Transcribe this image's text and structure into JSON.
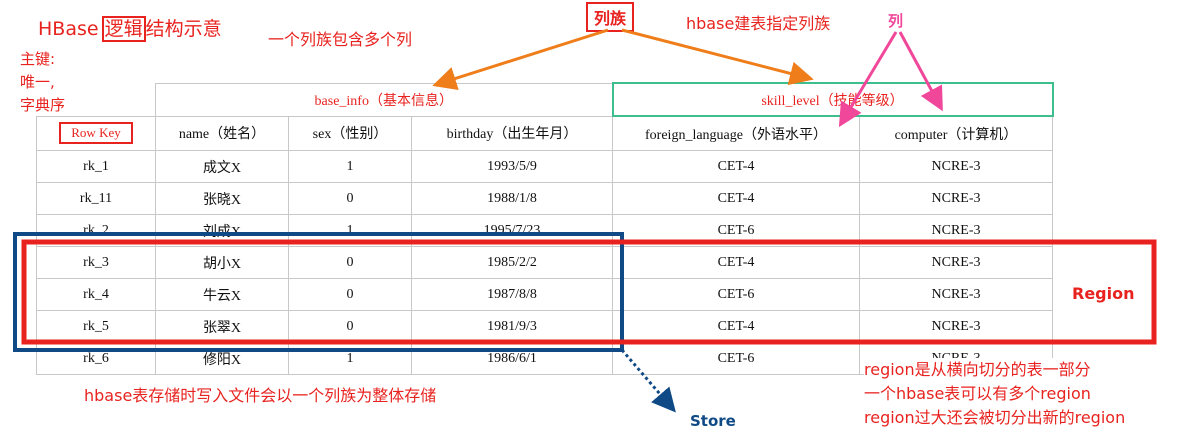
{
  "labels": {
    "hbase": "HBase",
    "title_boxed": "逻辑",
    "title_rest": "结构示意",
    "rowkey_note": [
      "主键:",
      "唯一,",
      "字典序"
    ],
    "column_family_tag": "列族",
    "family_contains": "一个列族包含多个列",
    "create_table": "hbase建表指定列族",
    "column_tag": "列",
    "store_desc": "hbase表存储时写入文件会以一个列族为整体存储",
    "store": "Store",
    "region": "Region",
    "region_notes": [
      "region是从横向切分的表一部分",
      "一个hbase表可以有多个region",
      "region过大还会被切分出新的region"
    ]
  },
  "table": {
    "groups": [
      "base_info（基本信息）",
      "skill_level（技能等级）"
    ],
    "rowkey_header": "Row Key",
    "columns": [
      "name（姓名）",
      "sex（性别）",
      "birthday（出生年月）",
      "foreign_language（外语水平）",
      "computer（计算机）"
    ],
    "rows": [
      [
        "rk_1",
        "成文X",
        "1",
        "1993/5/9",
        "CET-4",
        "NCRE-3"
      ],
      [
        "rk_11",
        "张晓X",
        "0",
        "1988/1/8",
        "CET-4",
        "NCRE-3"
      ],
      [
        "rk_2",
        "刘成X",
        "1",
        "1995/7/23",
        "CET-6",
        "NCRE-3"
      ],
      [
        "rk_3",
        "胡小X",
        "0",
        "1985/2/2",
        "CET-4",
        "NCRE-3"
      ],
      [
        "rk_4",
        "牛云X",
        "0",
        "1987/8/8",
        "CET-6",
        "NCRE-3"
      ],
      [
        "rk_5",
        "张翠X",
        "0",
        "1981/9/3",
        "CET-4",
        "NCRE-3"
      ],
      [
        "rk_6",
        "修阳X",
        "1",
        "1986/6/1",
        "CET-6",
        "NCRE-3"
      ]
    ]
  },
  "colors": {
    "annotation_red": "#e8231f",
    "arrow_orange": "#ef7d1a",
    "arrow_pink": "#f0479a",
    "store_blue": "#0f4a87",
    "skill_green": "#3cbf8c"
  }
}
